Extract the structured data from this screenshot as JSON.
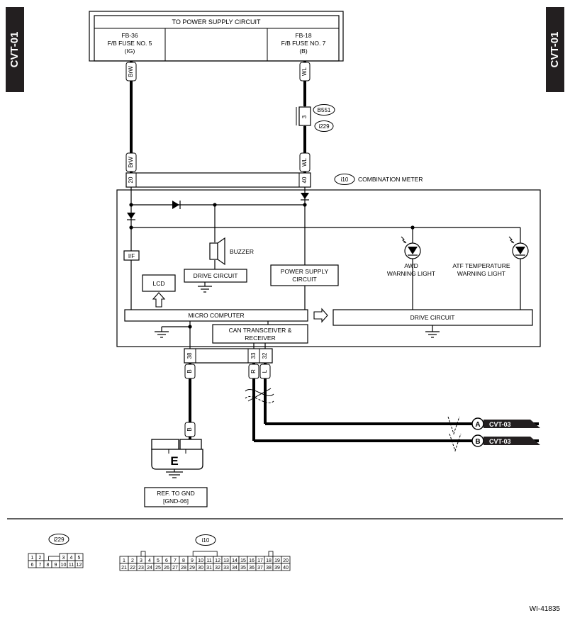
{
  "side_tags": {
    "left": "CVT-01",
    "right": "CVT-01"
  },
  "power_supply": {
    "title": "TO POWER SUPPLY CIRCUIT",
    "left_fuse": [
      "FB-36",
      "F/B FUSE NO. 5",
      "(IG)"
    ],
    "right_fuse": [
      "FB-18",
      "F/B FUSE NO. 7",
      "(B)"
    ]
  },
  "wire_colors": {
    "left_top": "BrW",
    "right_top": "WL",
    "left_mid": "BrW",
    "right_mid": "WL",
    "ground": "B",
    "ground_lower": "B",
    "can_r": "R",
    "can_l": "L"
  },
  "joint_connector": {
    "upper": "B551",
    "lower": "i229",
    "pin": "3"
  },
  "combination_meter": {
    "connector_id": "i10",
    "label": "COMBINATION METER",
    "pins": {
      "ig": "20",
      "batt": "40",
      "gnd": "38",
      "can_h": "33",
      "can_l": "32"
    }
  },
  "blocks": {
    "if_label": "I/F",
    "buzzer": "BUZZER",
    "buzzer_drive": "DRIVE CIRCUIT",
    "power_supply_circuit": [
      "POWER SUPPLY",
      "CIRCUIT"
    ],
    "lcd": "LCD",
    "micro_computer": "MICRO COMPUTER",
    "can_transceiver": [
      "CAN TRANSCEIVER &",
      "RECEIVER"
    ],
    "drive_circuit": "DRIVE CIRCUIT",
    "awd_light": [
      "AWD",
      "WARNING LIGHT"
    ],
    "atf_light": [
      "ATF TEMPERATURE",
      "WARNING LIGHT"
    ]
  },
  "ground": {
    "terminal": "E",
    "ref": [
      "REF. TO GND",
      "[GND-06]"
    ]
  },
  "outputs": [
    {
      "letter": "A",
      "ref": "CVT-03"
    },
    {
      "letter": "B",
      "ref": "CVT-03"
    }
  ],
  "connector_views": {
    "i229": {
      "label": "i229",
      "top_row": [
        "1",
        "2",
        "3",
        "4",
        "5"
      ],
      "bottom_row": [
        "6",
        "7",
        "8",
        "9",
        "10",
        "11",
        "12"
      ]
    },
    "i10": {
      "label": "i10",
      "top_row": [
        "1",
        "2",
        "3",
        "4",
        "5",
        "6",
        "7",
        "8",
        "9",
        "10",
        "11",
        "12",
        "13",
        "14",
        "15",
        "16",
        "17",
        "18",
        "19",
        "20"
      ],
      "bottom_row": [
        "21",
        "22",
        "23",
        "24",
        "25",
        "26",
        "27",
        "28",
        "29",
        "30",
        "31",
        "32",
        "33",
        "34",
        "35",
        "36",
        "37",
        "38",
        "39",
        "40"
      ]
    }
  },
  "footer_code": "WI-41835"
}
